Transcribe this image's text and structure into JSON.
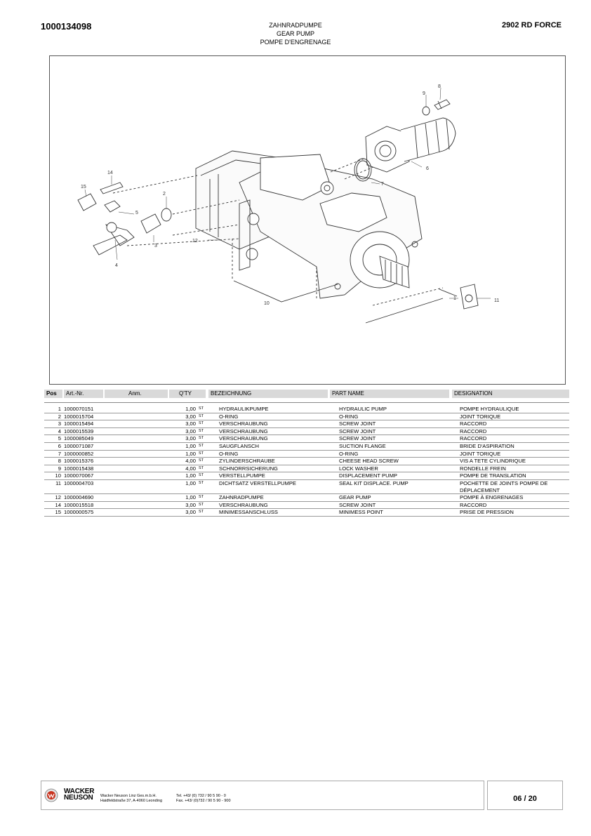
{
  "header": {
    "doc_number": "1000134098",
    "title_de": "ZAHNRADPUMPE",
    "title_en": "GEAR PUMP",
    "title_fr": "POMPE D'ENGRENAGE",
    "model": "2902 RD FORCE"
  },
  "drawing": {
    "callouts": [
      "1",
      "2",
      "3",
      "4",
      "5",
      "6",
      "7",
      "8",
      "9",
      "10",
      "11",
      "12",
      "14",
      "15"
    ]
  },
  "columns": {
    "pos": "Pos",
    "art": "Art.-Nr.",
    "anm": "Anm.",
    "qty": "Q'TY",
    "bez": "BEZEICHNUNG",
    "part_name": "PART NAME",
    "designation": "DESIGNATION"
  },
  "parts": [
    {
      "pos": "1",
      "art": "1000070151",
      "qty": "1,00",
      "unit": "ST",
      "bez": "HYDRAULIKPUMPE",
      "pn": "HYDRAULIC PUMP",
      "des": "POMPE HYDRAULIQUE"
    },
    {
      "pos": "2",
      "art": "1000015704",
      "qty": "3,00",
      "unit": "ST",
      "bez": "O-RING",
      "pn": "O-RING",
      "des": "JOINT TORIQUE"
    },
    {
      "pos": "3",
      "art": "1000015494",
      "qty": "3,00",
      "unit": "ST",
      "bez": "VERSCHRAUBUNG",
      "pn": "SCREW JOINT",
      "des": "RACCORD"
    },
    {
      "pos": "4",
      "art": "1000015539",
      "qty": "3,00",
      "unit": "ST",
      "bez": "VERSCHRAUBUNG",
      "pn": "SCREW JOINT",
      "des": "RACCORD"
    },
    {
      "pos": "5",
      "art": "1000085049",
      "qty": "3,00",
      "unit": "ST",
      "bez": "VERSCHRAUBUNG",
      "pn": "SCREW JOINT",
      "des": "RACCORD"
    },
    {
      "pos": "6",
      "art": "1000071087",
      "qty": "1,00",
      "unit": "ST",
      "bez": "SAUGFLANSCH",
      "pn": "SUCTION FLANGE",
      "des": "BRIDE D'ASPIRATION"
    },
    {
      "pos": "7",
      "art": "1000000852",
      "qty": "1,00",
      "unit": "ST",
      "bez": "O-RING",
      "pn": "O-RING",
      "des": "JOINT TORIQUE"
    },
    {
      "pos": "8",
      "art": "1000015376",
      "qty": "4,00",
      "unit": "ST",
      "bez": "ZYLINDERSCHRAUBE",
      "pn": "CHEESE HEAD SCREW",
      "des": "VIS A TETE CYLINDRIQUE"
    },
    {
      "pos": "9",
      "art": "1000015438",
      "qty": "4,00",
      "unit": "ST",
      "bez": "SCHNORRSICHERUNG",
      "pn": "LOCK WASHER",
      "des": "RONDELLE FREIN"
    },
    {
      "pos": "10",
      "art": "1000070067",
      "qty": "1,00",
      "unit": "ST",
      "bez": "VERSTELLPUMPE",
      "pn": "DISPLACEMENT PUMP",
      "des": "POMPE DE TRANSLATION"
    },
    {
      "pos": "11",
      "art": "1000004703",
      "qty": "1,00",
      "unit": "ST",
      "bez": "DICHTSATZ VERSTELLPUMPE",
      "pn": "SEAL KIT DISPLACE. PUMP",
      "des": "POCHETTE DE JOINTS  POMPE DE DÉPLACEMENT"
    },
    {
      "pos": "12",
      "art": "1000004690",
      "qty": "1,00",
      "unit": "ST",
      "bez": "ZAHNRADPUMPE",
      "pn": "GEAR PUMP",
      "des": "POMPE À ENGRENAGES"
    },
    {
      "pos": "14",
      "art": "1000015518",
      "qty": "3,00",
      "unit": "ST",
      "bez": "VERSCHRAUBUNG",
      "pn": "SCREW JOINT",
      "des": "RACCORD"
    },
    {
      "pos": "15",
      "art": "1000000575",
      "qty": "3,00",
      "unit": "ST",
      "bez": "MINIMESSANSCHLUSS",
      "pn": "MINIMESS POINT",
      "des": "PRISE DE PRESSION"
    }
  ],
  "footer": {
    "brand_line1": "WACKER",
    "brand_line2": "NEUSON",
    "company": "Wacker Neuson Linz  Ges.m.b.H.",
    "address": "Haidfeldstraße 37, A-4060 Leonding",
    "tel": "Tel. +43/ (0) 732 / 90 5 90 - 0",
    "fax": "Fax. +43/ (0)732 / 90 5 90 - 900",
    "page": "06 / 20"
  }
}
